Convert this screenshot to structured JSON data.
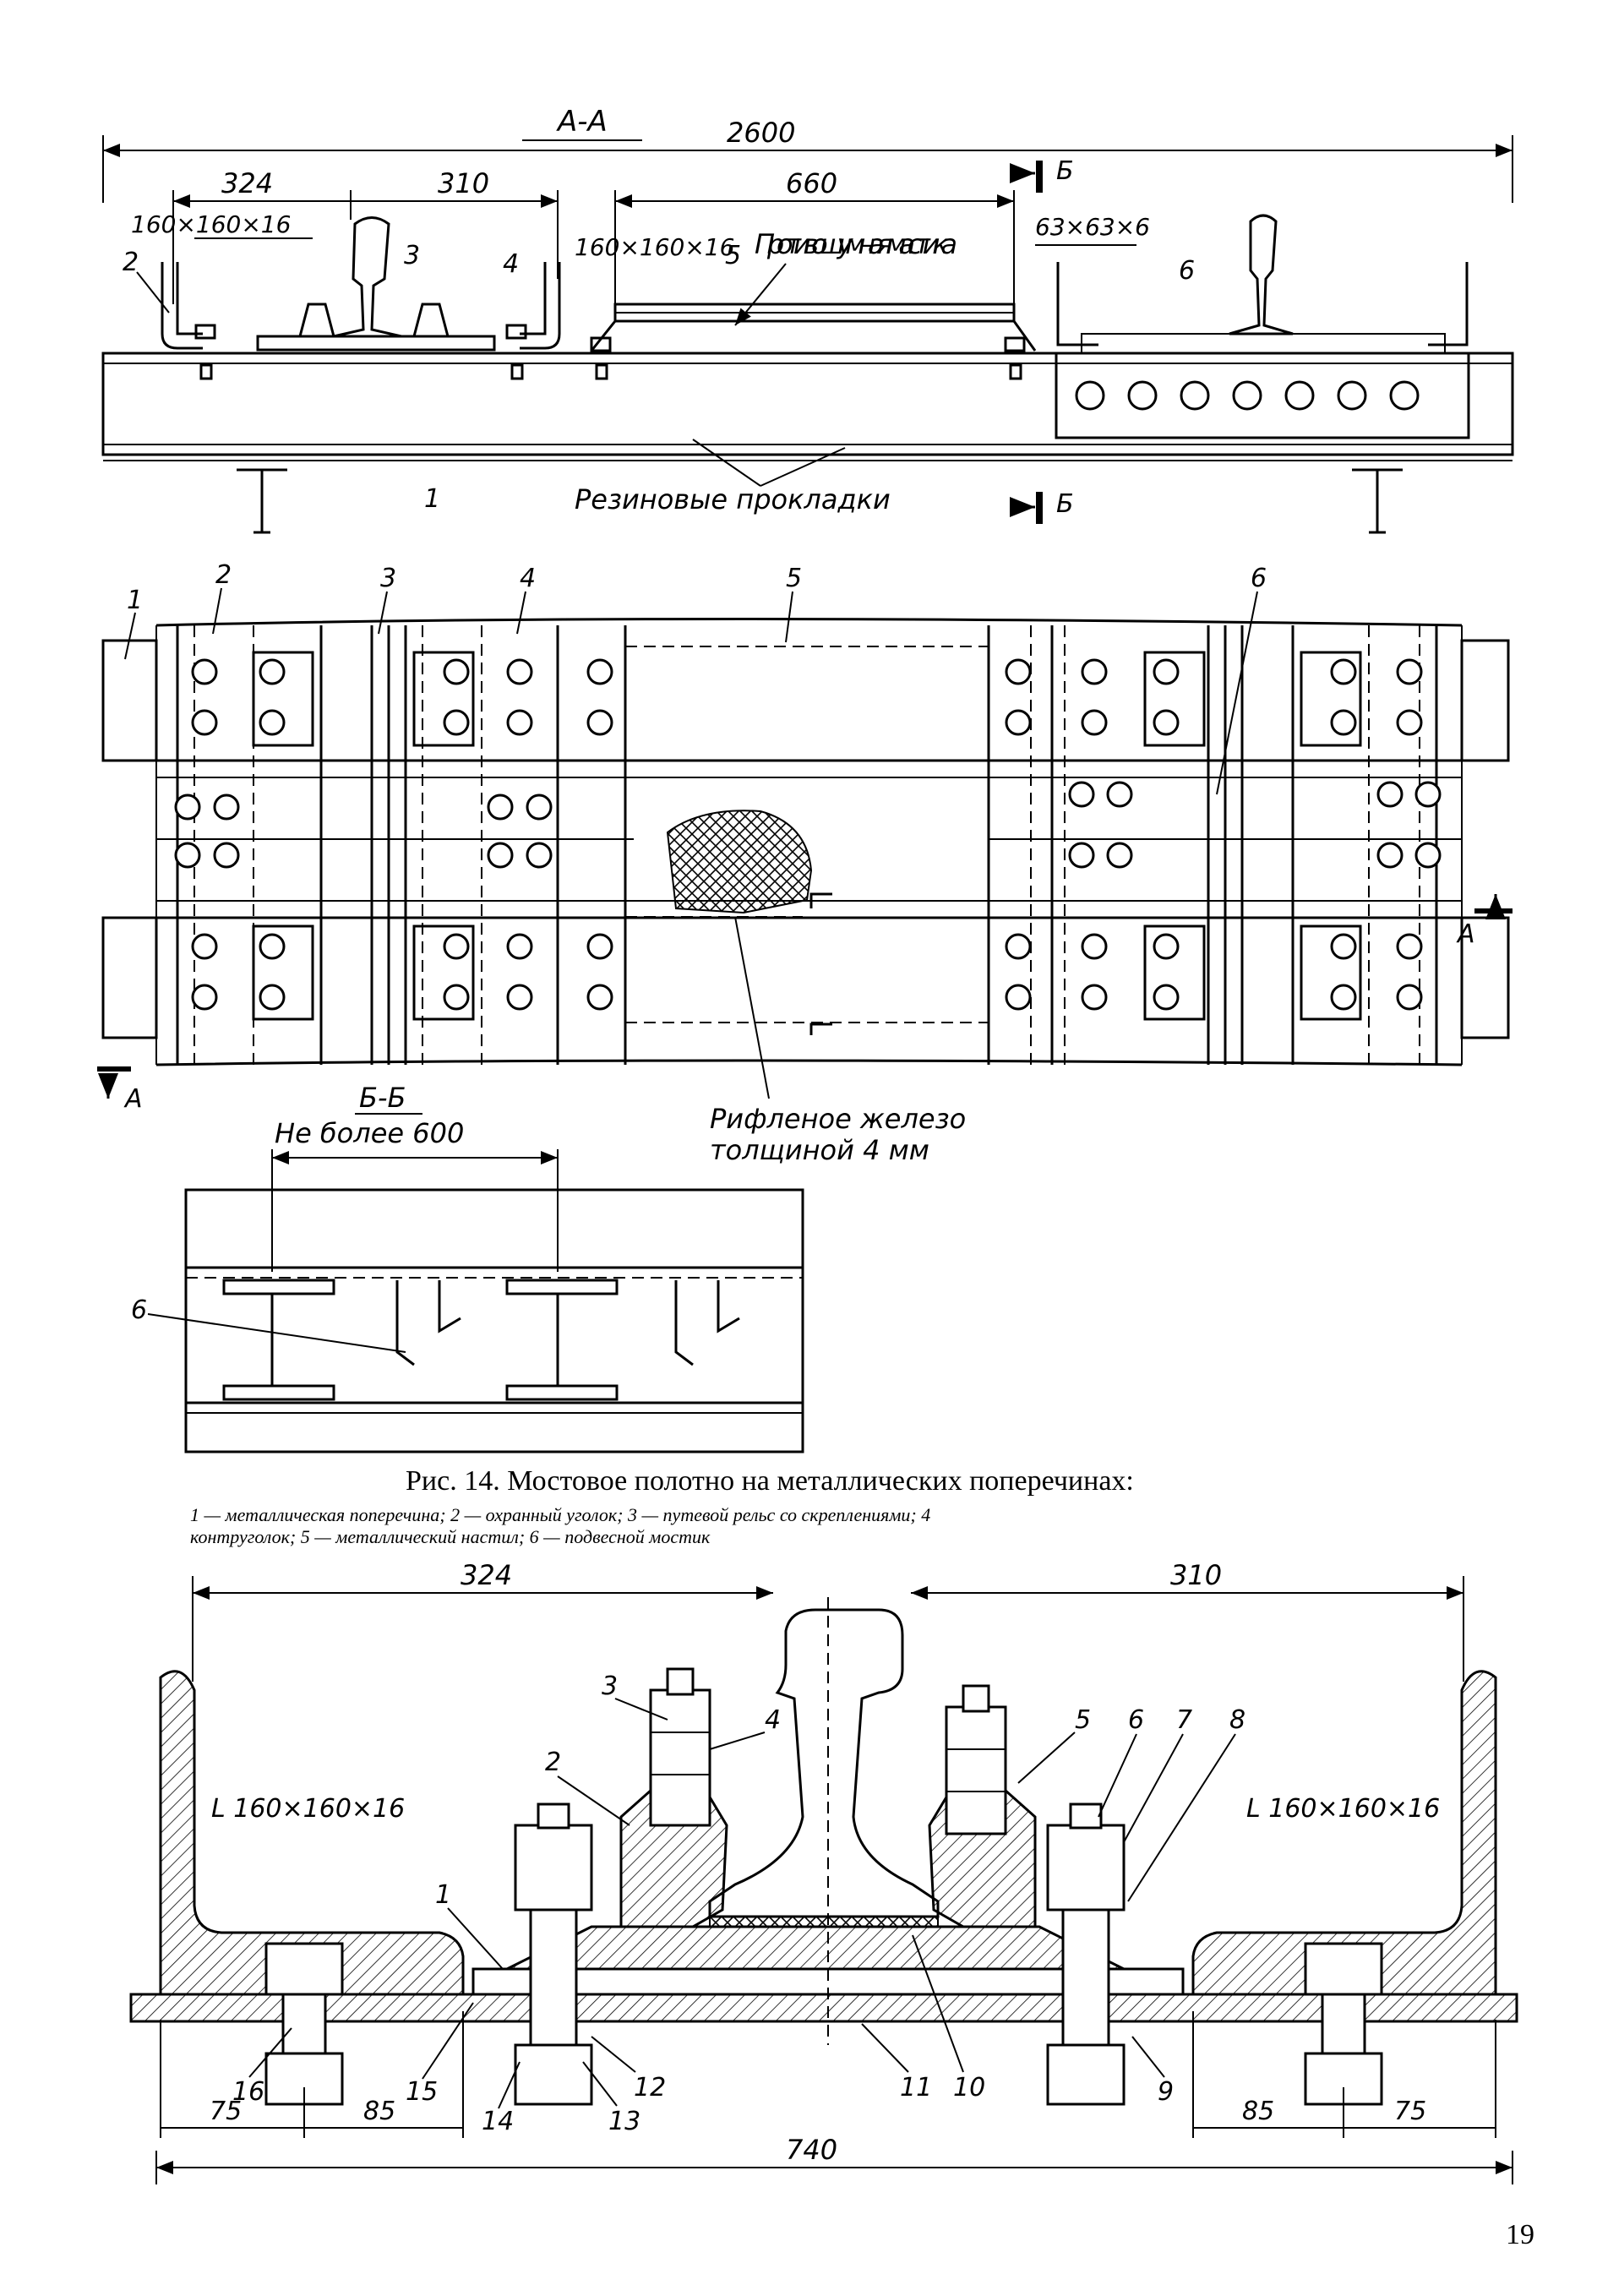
{
  "section_aa": {
    "title": "А-А",
    "dim_total": "2600",
    "dim_324": "324",
    "dim_310": "310",
    "dim_660": "660",
    "angle_left": "160×160×16",
    "angle_mid": "160×160×16",
    "angle_right": "63×63×6",
    "mastic": "Противошумная мастика",
    "rubber": "Резиновые прокладки",
    "cut_b_top": "Б",
    "cut_b_bottom": "Б",
    "labels": [
      "1",
      "2",
      "3",
      "4",
      "5",
      "6"
    ]
  },
  "plan": {
    "labels": [
      "1",
      "2",
      "3",
      "4",
      "5",
      "6"
    ],
    "cut_a_left": "А",
    "cut_a_right": "А",
    "corrugated": "Рифленое железо толщиной 4 мм"
  },
  "section_bb": {
    "title": "Б-Б",
    "dim": "Не более 600",
    "label": "6"
  },
  "caption": {
    "title": "Рис. 14. Мостовое полотно на металлических поперечинах:",
    "legend": "1 — металлическая поперечина; 2 — охранный уголок; 3 — путевой рельс со скреплениями; 4 контругол­ок; 5 — металлический настил; 6 — подвесной мостик"
  },
  "detail": {
    "dim_324": "324",
    "dim_310": "310",
    "angle_left": "L 160×160×16",
    "angle_right": "L 160×160×16",
    "dim_75_left": "75",
    "dim_85_left": "85",
    "dim_85_right": "85",
    "dim_75_right": "75",
    "dim_740": "740",
    "parts": [
      "1",
      "2",
      "3",
      "4",
      "5",
      "6",
      "7",
      "8",
      "9",
      "10",
      "11",
      "12",
      "13",
      "14",
      "15",
      "16"
    ]
  },
  "page_number": "19"
}
